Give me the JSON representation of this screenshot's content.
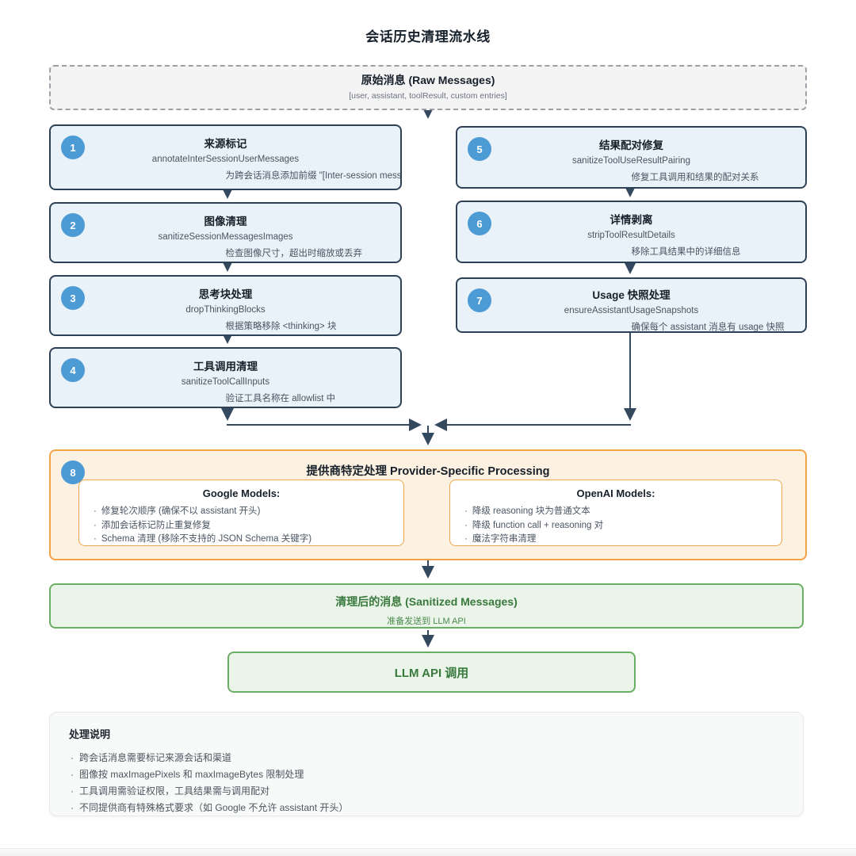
{
  "page": {
    "title": "会话历史清理流水线"
  },
  "raw": {
    "title": "原始消息 (Raw Messages)",
    "subtitle": "[user, assistant, toolResult, custom entries]"
  },
  "steps": [
    {
      "num": "1",
      "title": "来源标记",
      "fn": "annotateInterSessionUserMessages",
      "detail": "为跨会话消息添加前缀 \"[Inter-session message]...\""
    },
    {
      "num": "2",
      "title": "图像清理",
      "fn": "sanitizeSessionMessagesImages",
      "detail": "检查图像尺寸，超出时缩放或丢弃"
    },
    {
      "num": "3",
      "title": "思考块处理",
      "fn": "dropThinkingBlocks",
      "detail": "根据策略移除 <thinking> 块"
    },
    {
      "num": "4",
      "title": "工具调用清理",
      "fn": "sanitizeToolCallInputs",
      "detail": "验证工具名称在 allowlist 中"
    },
    {
      "num": "5",
      "title": "结果配对修复",
      "fn": "sanitizeToolUseResultPairing",
      "detail": "修复工具调用和结果的配对关系"
    },
    {
      "num": "6",
      "title": "详情剥离",
      "fn": "stripToolResultDetails",
      "detail": "移除工具结果中的详细信息"
    },
    {
      "num": "7",
      "title": "Usage 快照处理",
      "fn": "ensureAssistantUsageSnapshots",
      "detail": "确保每个 assistant 消息有 usage 快照"
    }
  ],
  "provider": {
    "num": "8",
    "title": "提供商特定处理 Provider-Specific Processing",
    "google": {
      "title": "Google Models:",
      "bullets": [
        "修复轮次顺序 (确保不以 assistant 开头)",
        "添加会话标记防止重复修复",
        "Schema 清理 (移除不支持的 JSON Schema 关键字)"
      ]
    },
    "openai": {
      "title": "OpenAI Models:",
      "bullets": [
        "降级 reasoning 块为普通文本",
        "降级 function call + reasoning 对",
        "魔法字符串清理"
      ]
    }
  },
  "sanitized": {
    "title": "清理后的消息 (Sanitized Messages)",
    "subtitle": "准备发送到 LLM API"
  },
  "llm": {
    "title": "LLM API 调用"
  },
  "notes": {
    "title": "处理说明",
    "bullets": [
      "跨会话消息需要标记来源会话和渠道",
      "图像按 maxImagePixels 和 maxImageBytes 限制处理",
      "工具调用需验证权限，工具结果需与调用配对",
      "不同提供商有特殊格式要求（如 Google 不允许 assistant 开头）"
    ]
  },
  "colors": {
    "node_border": "#2f4156",
    "node_fill": "#e9f1f9",
    "badge_blue": "#4d9bd5",
    "arrow": "#35495e",
    "orange_border": "#f2a445",
    "orange_fill": "#fdf2e1",
    "green_border": "#6aae63",
    "green_fill": "#eaf4e9",
    "green_text": "#39793d"
  }
}
